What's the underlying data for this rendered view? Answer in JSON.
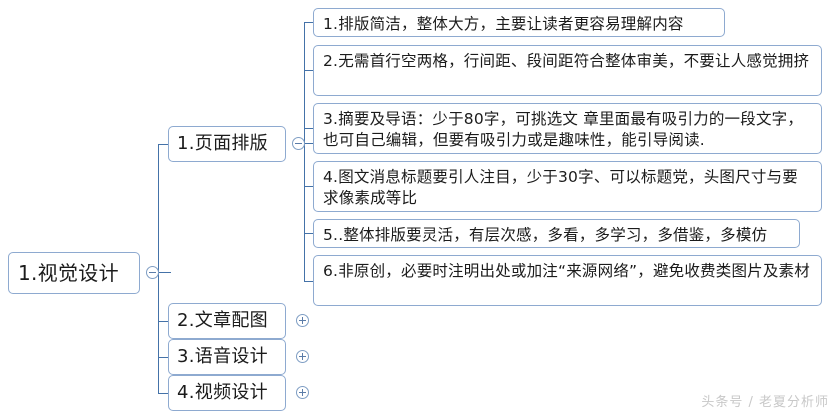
{
  "mindmap": {
    "root": {
      "label": "1.视觉设计",
      "toggle_icon": "minus-circle-icon",
      "expanded": true
    },
    "branches": [
      {
        "label": "1.页面排版",
        "toggle_icon": "minus-circle-icon",
        "expanded": true,
        "leaves": [
          "1.排版简洁，整体大方，主要让读者更容易理解内容",
          "2.无需首行空两格，行间距、段间距符合整体审美，不要让人感觉拥挤",
          "3.摘要及导语：少于80字，可挑选文 章里面最有吸引力的一段文字，也可自己编辑，但要有吸引力或是趣味性，能引导阅读.",
          "4.图文消息标题要引人注目，少于30字、可以标题党，头图尺寸与要求像素成等比",
          "5..整体排版要灵活，有层次感，多看，多学习，多借鉴，多模仿",
          "6.非原创，必要时注明出处或加注“来源网络”，避免收费类图片及素材"
        ]
      },
      {
        "label": "2.文章配图",
        "toggle_icon": "plus-circle-icon",
        "expanded": false,
        "leaves": []
      },
      {
        "label": "3.语音设计",
        "toggle_icon": "plus-circle-icon",
        "expanded": false,
        "leaves": []
      },
      {
        "label": "4.视频设计",
        "toggle_icon": "plus-circle-icon",
        "expanded": false,
        "leaves": []
      }
    ]
  },
  "watermark": {
    "text": "头条号 / 老夏分析师"
  },
  "colors": {
    "node_border": "#8eaad0",
    "connector": "#4472a8",
    "text": "#1b1b1b",
    "watermark": "#c8c8c8",
    "background": "#ffffff"
  }
}
